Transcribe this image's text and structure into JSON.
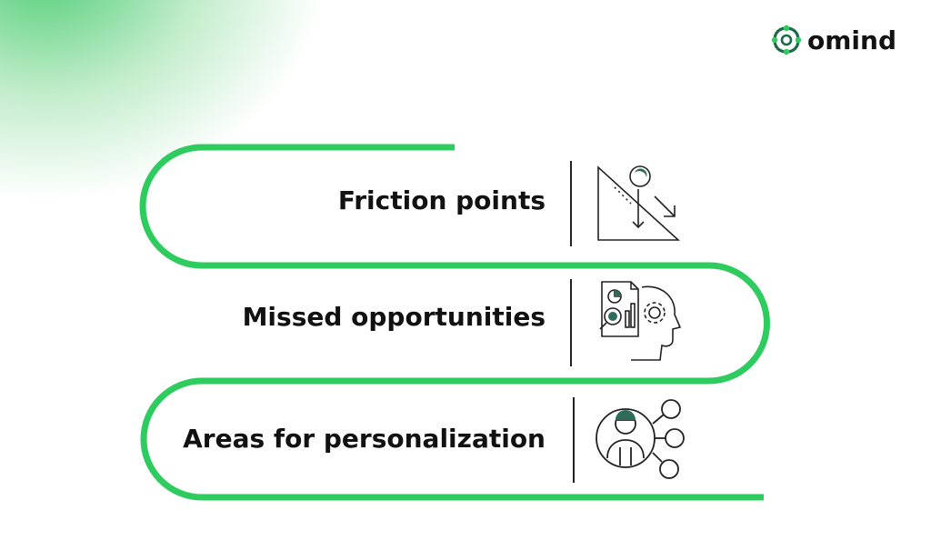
{
  "brand": {
    "name": "omind",
    "logo_icon": "omind-swirl-logo-icon"
  },
  "accent_color": "#2ecc5f",
  "items": [
    {
      "label": "Friction points",
      "icon": "descending-chart-icon"
    },
    {
      "label": "Missed opportunities",
      "icon": "analytics-mind-icon"
    },
    {
      "label": "Areas for personalization",
      "icon": "user-connections-icon"
    }
  ]
}
